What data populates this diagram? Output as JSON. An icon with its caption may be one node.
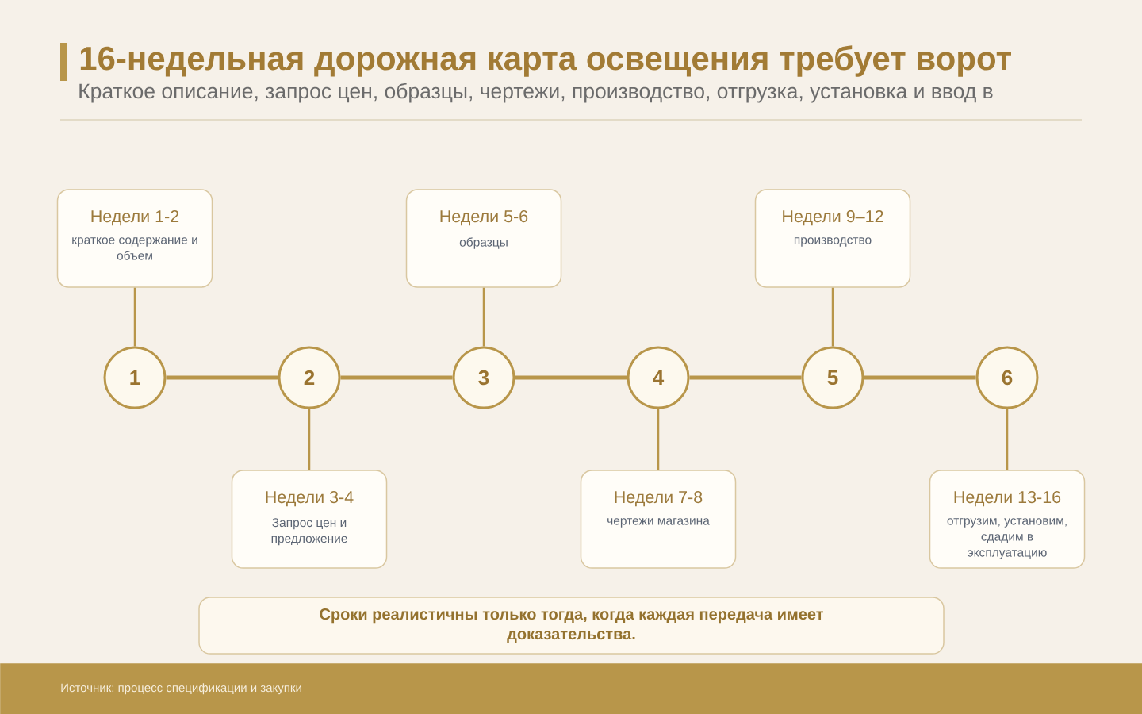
{
  "diagram": {
    "title": "16-недельная дорожная карта освещения требует ворот",
    "nodes": [
      {
        "text": [
          "1"
        ]
      },
      {
        "text": [
          "2"
        ]
      },
      {
        "text": [
          "3"
        ]
      },
      {
        "text": [
          "4"
        ]
      },
      {
        "text": [
          "5"
        ]
      },
      {
        "text": [
          "6"
        ]
      },
      {
        "text": [
          "Недели 1-2",
          "краткое содержание и объем"
        ]
      },
      {
        "text": [
          "Недели 3-4",
          "Запрос цен и предложение"
        ]
      },
      {
        "text": [
          "Недели 5-6",
          "образцы"
        ]
      },
      {
        "text": [
          "Недели 7-8",
          "чертежи магазина"
        ]
      },
      {
        "text": [
          "Недели 9–12",
          "производство"
        ]
      },
      {
        "text": [
          "Недели 13-16",
          "отгрузим, установим, сдадим в эксплуатацию"
        ]
      },
      {
        "text": [
          "Сроки реалистичны только тогда, когда каждая передача имеет доказательства."
        ]
      },
      {
        "text": [
          "Источник: процесс спецификации и закупки"
        ]
      }
    ],
    "edges": [
      {
        "from": 0,
        "to": 1,
        "arrow": "none",
        "style": "thick"
      },
      {
        "from": 1,
        "to": 2,
        "arrow": "none",
        "style": "thick"
      },
      {
        "from": 2,
        "to": 3,
        "arrow": "none",
        "style": "thick"
      },
      {
        "from": 3,
        "to": 4,
        "arrow": "none",
        "style": "thick"
      },
      {
        "from": 4,
        "to": 5,
        "arrow": "none",
        "style": "thick"
      },
      {
        "from": 6,
        "to": 0,
        "arrow": "none"
      },
      {
        "from": 7,
        "to": 1,
        "arrow": "none"
      },
      {
        "from": 8,
        "to": 2,
        "arrow": "none"
      },
      {
        "from": 9,
        "to": 3,
        "arrow": "none"
      },
      {
        "from": 10,
        "to": 4,
        "arrow": "none"
      },
      {
        "from": 11,
        "to": 5,
        "arrow": "none"
      }
    ],
    "labels": [
      "Краткое описание, запрос цен, образцы, чертежи, производство, отгрузка, установка и ввод в"
    ]
  }
}
